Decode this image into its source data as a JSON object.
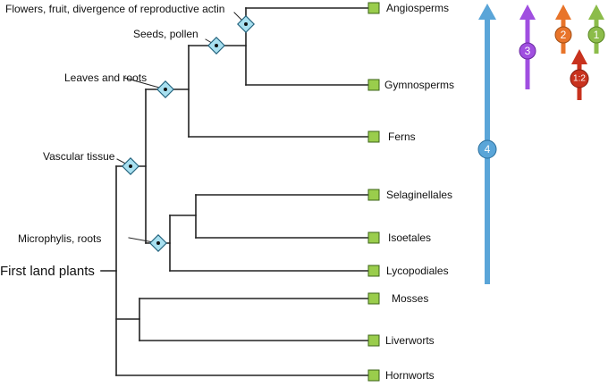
{
  "root_label": "First land plants",
  "taxa": [
    "Angiosperms",
    "Gymnosperms",
    "Ferns",
    "Selaginellales",
    "Isoetales",
    "Lycopodiales",
    "Mosses",
    "Liverworts",
    "Hornworts"
  ],
  "events": [
    "Flowers, fruit, divergence of reproductive actin",
    "Seeds, pollen",
    "Leaves and roots",
    "Vascular tissue",
    "Microphylis, roots"
  ],
  "arrows": [
    {
      "label": "4",
      "color": "#5aa5d8"
    },
    {
      "label": "3",
      "color": "#a04fe0"
    },
    {
      "label": "2",
      "color": "#e8742a"
    },
    {
      "label": "1",
      "color": "#8cbc4a"
    },
    {
      "label": "1:2",
      "color": "#c8321e"
    }
  ],
  "colors": {
    "tip_square": "#9acd4c",
    "event_diamond": "#a8e0f0",
    "branch": "#222222"
  }
}
